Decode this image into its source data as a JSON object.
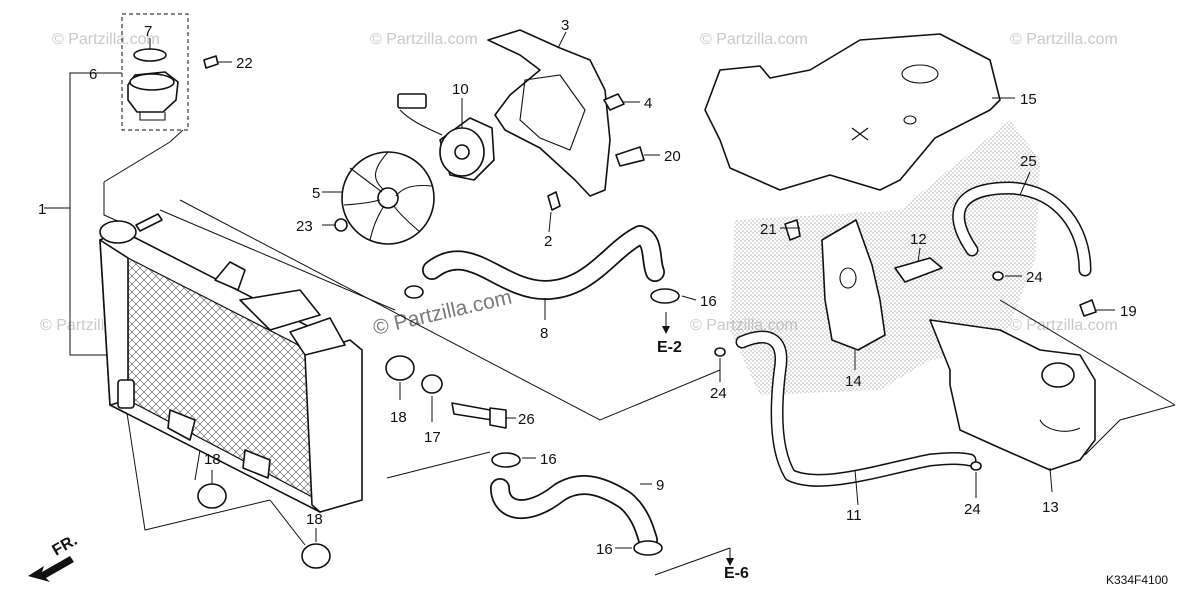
{
  "diagram": {
    "watermark": "© Partzilla.com",
    "diagram_code": "K334F4100",
    "direction_label": "FR.",
    "references": [
      "E-2",
      "E-6"
    ],
    "callouts": [
      "1",
      "2",
      "3",
      "4",
      "5",
      "6",
      "7",
      "8",
      "9",
      "10",
      "11",
      "12",
      "13",
      "14",
      "15",
      "16",
      "17",
      "18",
      "19",
      "20",
      "21",
      "22",
      "23",
      "24",
      "25",
      "26"
    ],
    "callout_labels": [
      "1",
      "2",
      "3",
      "4",
      "5",
      "6",
      "7",
      "8",
      "9",
      "10",
      "11",
      "12",
      "13",
      "14",
      "15",
      "16",
      "16",
      "16",
      "17",
      "18",
      "18",
      "18",
      "19",
      "20",
      "21",
      "22",
      "23",
      "24",
      "24",
      "24",
      "25",
      "26"
    ]
  }
}
